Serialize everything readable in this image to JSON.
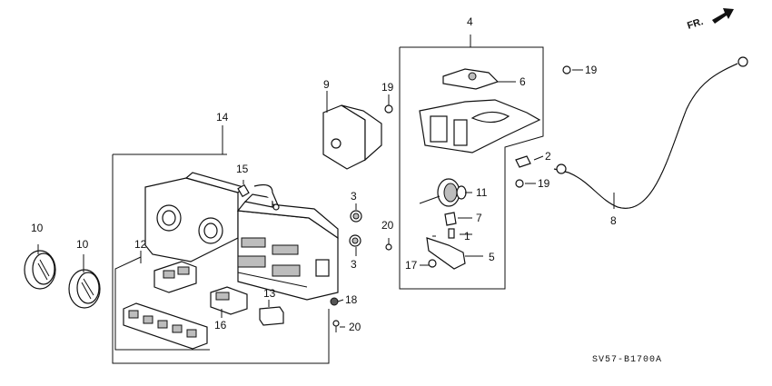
{
  "diagram": {
    "direction_label": "FR.",
    "diagram_code": "SV57-B1700A",
    "callouts": [
      {
        "id": "c1",
        "label": "1"
      },
      {
        "id": "c2",
        "label": "2"
      },
      {
        "id": "c3a",
        "label": "3"
      },
      {
        "id": "c3b",
        "label": "3"
      },
      {
        "id": "c4",
        "label": "4"
      },
      {
        "id": "c5",
        "label": "5"
      },
      {
        "id": "c6",
        "label": "6"
      },
      {
        "id": "c7",
        "label": "7"
      },
      {
        "id": "c8",
        "label": "8"
      },
      {
        "id": "c9",
        "label": "9"
      },
      {
        "id": "c10a",
        "label": "10"
      },
      {
        "id": "c10b",
        "label": "10"
      },
      {
        "id": "c11",
        "label": "11"
      },
      {
        "id": "c12",
        "label": "12"
      },
      {
        "id": "c13",
        "label": "13"
      },
      {
        "id": "c14",
        "label": "14"
      },
      {
        "id": "c15",
        "label": "15"
      },
      {
        "id": "c16",
        "label": "16"
      },
      {
        "id": "c17",
        "label": "17"
      },
      {
        "id": "c18",
        "label": "18"
      },
      {
        "id": "c19a",
        "label": "19"
      },
      {
        "id": "c19b",
        "label": "19"
      },
      {
        "id": "c19c",
        "label": "19"
      },
      {
        "id": "c20a",
        "label": "20"
      },
      {
        "id": "c20b",
        "label": "20"
      }
    ]
  }
}
